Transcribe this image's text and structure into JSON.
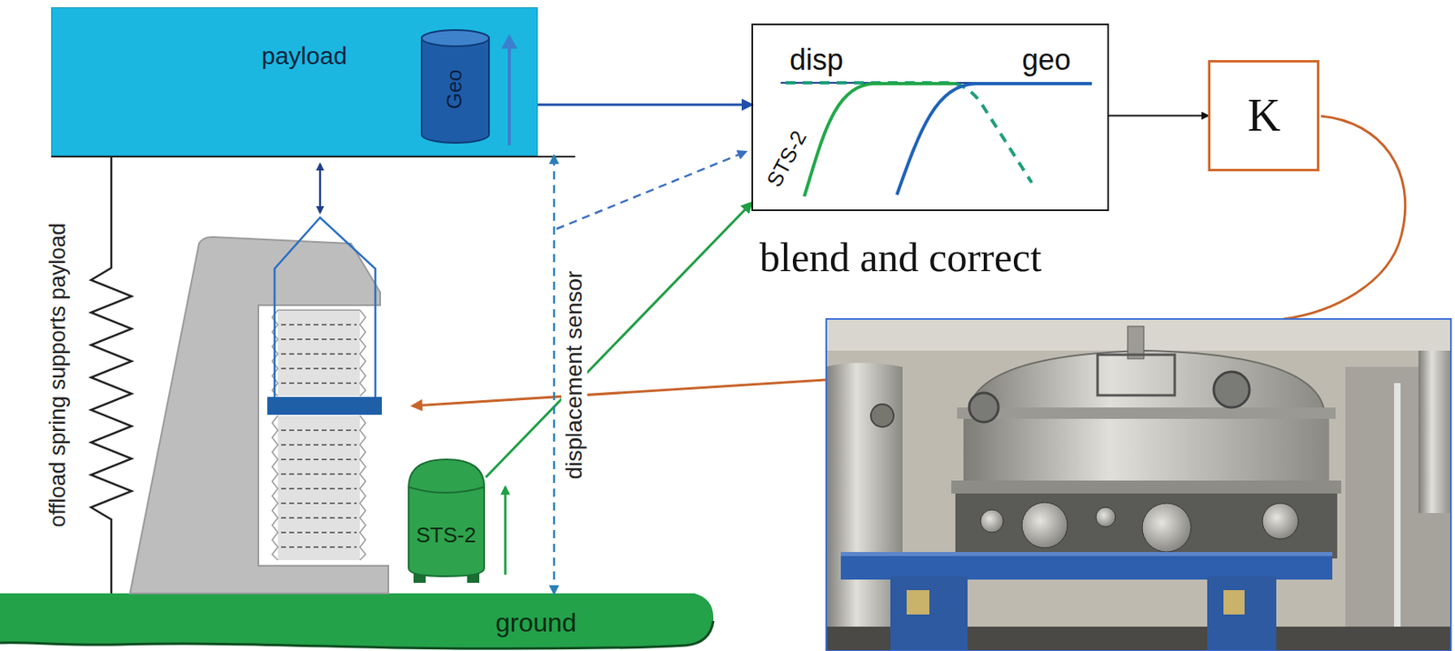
{
  "diagram": {
    "nodes": [
      {
        "text": [
          "payload"
        ]
      },
      {
        "text": [
          "Geo"
        ],
        "in": 0
      },
      {
        "text": [
          "disp",
          "geo",
          "STS-2",
          "blend and correct"
        ]
      },
      {
        "text": [
          "K"
        ]
      },
      {
        "text": [
          "STS-2"
        ]
      },
      {
        "text": [
          "ground"
        ]
      }
    ],
    "edges": [
      {
        "from": 0,
        "to": 2,
        "arrow": "to"
      },
      {
        "from": 4,
        "to": 2,
        "arrow": "to"
      },
      {
        "from": 2,
        "to": 3,
        "arrow": "to"
      },
      {
        "from": 5,
        "to": 0,
        "arrow": "both",
        "label": "displacement sensor"
      }
    ],
    "labels": [
      "offload spring supports payload"
    ]
  }
}
